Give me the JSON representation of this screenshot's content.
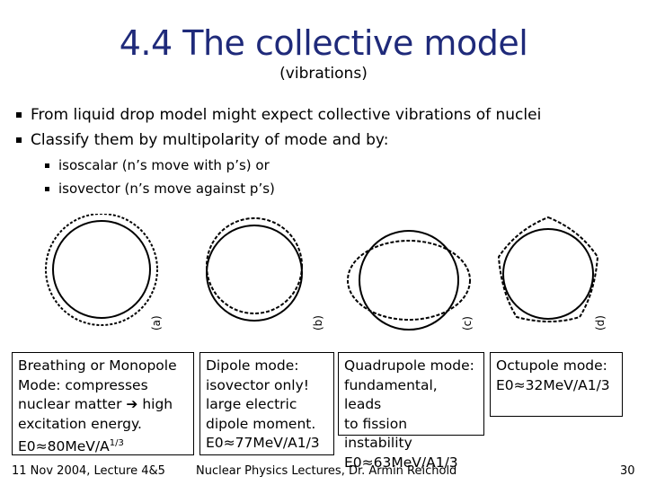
{
  "slide": {
    "title": "4.4 The collective model",
    "subtitle": "(vibrations)"
  },
  "bullets": [
    "From liquid drop model might expect collective vibrations of nuclei",
    "Classify them by multipolarity of mode and by:"
  ],
  "sub_bullets": [
    "isoscalar (n’s move with p’s) or",
    "isovector (n’s move against p’s)"
  ],
  "figure_labels": [
    "(a)",
    "(b)",
    "(c)",
    "(d)"
  ],
  "boxes": {
    "monopole": {
      "lines": [
        "Breathing or Monopole",
        "Mode: compresses",
        "nuclear matter ",
        " high",
        "excitation energy."
      ],
      "energy_prefix": "E0≈80MeV/A",
      "energy_exp": "1/3"
    },
    "dipole": {
      "lines": [
        "Dipole mode:",
        "isovector only!",
        "large electric",
        "dipole moment.",
        "E0≈77MeV/A1/3"
      ]
    },
    "quadrupole": {
      "lines": [
        "Quadrupole mode:",
        "fundamental, leads",
        "to fission instability",
        "E0≈63MeV/A1/3"
      ]
    },
    "octupole": {
      "lines": [
        "Octupole mode:",
        "E0≈32MeV/A1/3"
      ]
    }
  },
  "footer": {
    "left": "11 Nov 2004, Lecture 4&5",
    "center": "Nuclear Physics Lectures, Dr. Armin Reichold",
    "page": "30"
  }
}
